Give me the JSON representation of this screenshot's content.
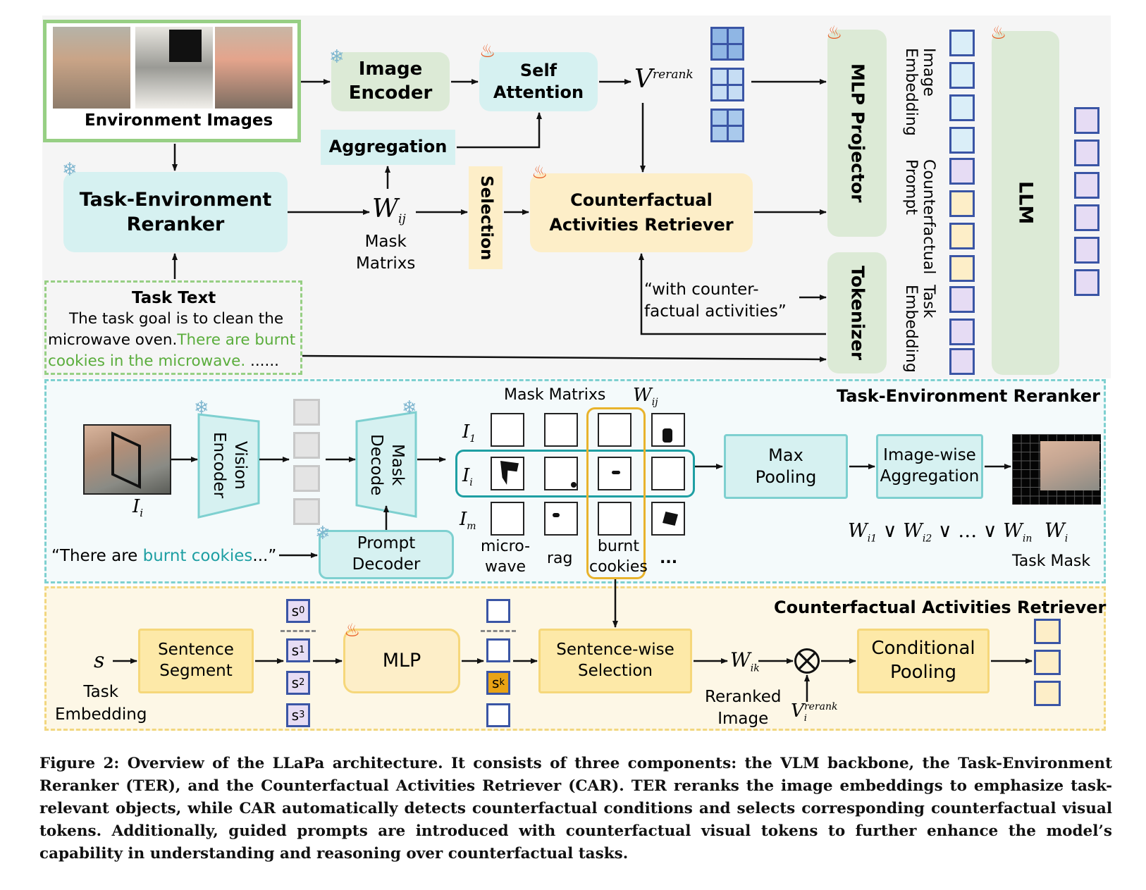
{
  "top": {
    "env_images_label": "Environment Images",
    "image_encoder": "Image\nEncoder",
    "self_attention": "Self\nAttention",
    "aggregation": "Aggregation",
    "ter_box": "Task-Environment\nReranker",
    "w_ij": "W",
    "w_ij_sub": "ij",
    "mask_matrixs": "Mask\nMatrixs",
    "selection": "Selection",
    "car_box": "Counterfactual\nActivities Retriever",
    "v_rerank": "V",
    "v_rerank_sup": "rerank",
    "mlp_projector": "MLP Projector",
    "tokenizer": "Tokenizer",
    "llm": "LLM",
    "quote": "“with counter-\nfactual activities”",
    "task_text_title": "Task Text",
    "task_text_line1": "The task goal is to clean the",
    "task_text_line2a": "microwave oven.",
    "task_text_line2b": "There are  burnt",
    "task_text_line3a": "cookies in the microwave.",
    "task_text_line3b": " ......",
    "image_embedding": "Image\nEmbedding",
    "counterfactual_prompt": "Counterfactual\nPrompt",
    "task_embedding": "Task\nEmbedding"
  },
  "ter": {
    "title": "Task-Environment Reranker",
    "vision_encoder": "Vision\nEncoder",
    "mask_decode": "Mask\nDecode",
    "prompt_decoder": "Prompt\nDecoder",
    "i_i": "I",
    "i_i_sub": "i",
    "quote_a": "“There are ",
    "quote_b": "burnt cookies",
    "quote_c": "...”",
    "mask_matrixs": "Mask Matrixs",
    "w_ij": "W",
    "w_ij_sub": "ij",
    "row_labels": [
      {
        "l": "I",
        "s": "1"
      },
      {
        "l": "I",
        "s": "i"
      },
      {
        "l": "I",
        "s": "m"
      }
    ],
    "col_labels": [
      "micro-\nwave",
      "rag",
      "burnt\ncookies",
      "..."
    ],
    "max_pooling": "Max\nPooling",
    "image_wise": "Image-wise\nAggregation",
    "formula": [
      {
        "l": "W",
        "s": "i1"
      },
      {
        "op": "∨"
      },
      {
        "l": "W",
        "s": "i2"
      },
      {
        "op": "∨ … ∨"
      },
      {
        "l": "W",
        "s": "in"
      }
    ],
    "w_i": "W",
    "w_i_sub": "i",
    "task_mask": "Task Mask"
  },
  "car": {
    "title": "Counterfactual Activities Retriever",
    "s": "s",
    "task_embedding": "Task\nEmbedding",
    "sentence_segment": "Sentence\nSegment",
    "tokens": [
      "s0",
      "s1",
      "s2",
      "s3"
    ],
    "token_labels": [
      {
        "l": "s",
        "s": "0"
      },
      {
        "l": "s",
        "s": "1"
      },
      {
        "l": "s",
        "s": "2"
      },
      {
        "l": "s",
        "s": "3"
      }
    ],
    "mlp": "MLP",
    "sk": "s",
    "sk_sub": "k",
    "sentence_wise": "Sentence-wise\nSelection",
    "w_ik": "W",
    "w_ik_sub": "ik",
    "reranked_image": "Reranked\nImage",
    "v_i": "V",
    "v_i_sub": "i",
    "v_i_sup": "rerank",
    "otimes": "⊗",
    "conditional_pooling": "Conditional\nPooling"
  },
  "caption": "Figure 2: Overview of the LLaPa architecture. It consists of three components: the VLM backbone, the Task-Environment Reranker (TER), and the Counterfactual Activities Retriever (CAR). TER reranks the image embeddings to emphasize task-relevant objects, while CAR automatically detects counterfactual conditions and selects corresponding counterfactual visual tokens. Additionally, guided prompts are introduced with counterfactual visual tokens to further enhance the model’s capability in understanding and reasoning over counterfactual tasks.",
  "colors": {
    "cyan": "#7ed0d0",
    "yellow": "#f6d77a",
    "green": "#8cc97a",
    "navy": "#3a55a5",
    "fire": "#e8561d",
    "snow": "#7fb6cf"
  },
  "icons": [
    "fire-icon",
    "snowflake-icon",
    "otimes-icon"
  ]
}
